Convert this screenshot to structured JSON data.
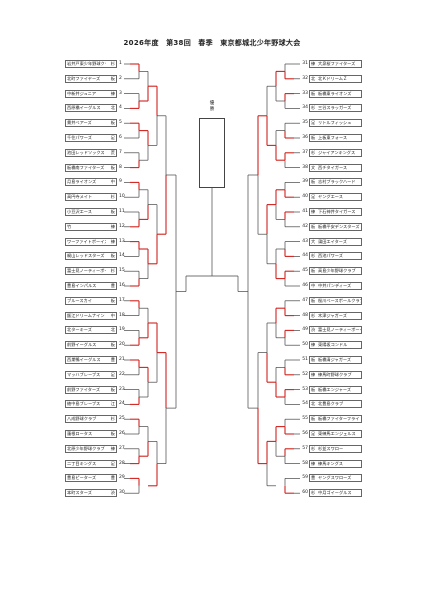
{
  "title": "2026年度　第38回　春季　東京都城北少年野球大会",
  "champion_label": "優\n勝",
  "colors": {
    "win_line": "#d0221e",
    "line": "#444444"
  },
  "left_teams": [
    {
      "no": "1",
      "name": "岩井戸東少年野球クラブ",
      "abbr": "杉"
    },
    {
      "no": "2",
      "name": "北町ファイヤーズ",
      "abbr": "板"
    },
    {
      "no": "3",
      "name": "中新井ジュニア",
      "abbr": "練"
    },
    {
      "no": "4",
      "name": "西原橋イーグルス",
      "abbr": "北"
    },
    {
      "no": "5",
      "name": "貫井ベアーズ",
      "abbr": "板"
    },
    {
      "no": "6",
      "name": "千住パワーズ",
      "abbr": "足"
    },
    {
      "no": "7",
      "name": "池田レッドソックス",
      "abbr": "荒"
    },
    {
      "no": "8",
      "name": "板橋南ファイターズ",
      "abbr": "板"
    },
    {
      "no": "9",
      "name": "月島ライオンズ",
      "abbr": "中"
    },
    {
      "no": "10",
      "name": "高円寺メイト",
      "abbr": "杉"
    },
    {
      "no": "11",
      "name": "小豆沢エース",
      "abbr": "板"
    },
    {
      "no": "12",
      "name": "竹",
      "abbr": "練"
    },
    {
      "no": "13",
      "name": "ワーファイトボーイズ",
      "abbr": "練"
    },
    {
      "no": "14",
      "name": "梶山レッドスターズ",
      "abbr": "板"
    },
    {
      "no": "15",
      "name": "富士見ノーティーボーイズ",
      "abbr": "杉"
    },
    {
      "no": "16",
      "name": "豊島インパルス",
      "abbr": "豊"
    },
    {
      "no": "17",
      "name": "ブルースカイ",
      "abbr": "板"
    },
    {
      "no": "18",
      "name": "飯江ドリームナイン",
      "abbr": "中"
    },
    {
      "no": "19",
      "name": "北ターキーズ",
      "abbr": "北"
    },
    {
      "no": "20",
      "name": "前野イーグルス",
      "abbr": "板"
    },
    {
      "no": "21",
      "name": "西巣鴨イーグルス",
      "abbr": "豊"
    },
    {
      "no": "22",
      "name": "マッハブレーブス",
      "abbr": "足"
    },
    {
      "no": "23",
      "name": "前野ファイターズ",
      "abbr": "板"
    },
    {
      "no": "24",
      "name": "綾中島ブレーブス",
      "abbr": "江"
    },
    {
      "no": "25",
      "name": "八成野球クラブ",
      "abbr": "杉"
    },
    {
      "no": "26",
      "name": "蓮根ロータス",
      "abbr": "板"
    },
    {
      "no": "27",
      "name": "北原少年野球クラブ",
      "abbr": "練"
    },
    {
      "no": "28",
      "name": "二丁目キングス",
      "abbr": "足"
    },
    {
      "no": "29",
      "name": "豊島ピーターズ",
      "abbr": "豊"
    },
    {
      "no": "30",
      "name": "本町スターズ",
      "abbr": "渋"
    }
  ],
  "right_teams": [
    {
      "no": "31",
      "name": "大泉桜ファイターズ",
      "abbr": "練"
    },
    {
      "no": "32",
      "name": "北ＫドリームＺ",
      "abbr": "北"
    },
    {
      "no": "33",
      "name": "板橋東ライオンズ",
      "abbr": "板"
    },
    {
      "no": "34",
      "name": "三谷スラッガーズ",
      "abbr": "杉"
    },
    {
      "no": "35",
      "name": "リトルフィッシュ",
      "abbr": "足"
    },
    {
      "no": "36",
      "name": "上板東フォース",
      "abbr": "板"
    },
    {
      "no": "37",
      "name": "ジャイアンキングス",
      "abbr": "杉"
    },
    {
      "no": "38",
      "name": "西チタイガース",
      "abbr": "文"
    },
    {
      "no": "39",
      "name": "志村ブラックハード",
      "abbr": "板"
    },
    {
      "no": "40",
      "name": "ヤングエース",
      "abbr": "足"
    },
    {
      "no": "41",
      "name": "下石神井タイガース",
      "abbr": "練"
    },
    {
      "no": "42",
      "name": "板橋平安デンスターズ",
      "abbr": "板"
    },
    {
      "no": "43",
      "name": "蒲田エイターズ",
      "abbr": "大"
    },
    {
      "no": "44",
      "name": "西池パワーズ",
      "abbr": "杉"
    },
    {
      "no": "45",
      "name": "高島少年野球クラブ",
      "abbr": "板"
    },
    {
      "no": "46",
      "name": "中井パンディーズ",
      "abbr": "中"
    },
    {
      "no": "47",
      "name": "桜川ベースボールクラブ",
      "abbr": "板"
    },
    {
      "no": "48",
      "name": "木津ジャガーズ",
      "abbr": "杉"
    },
    {
      "no": "49",
      "name": "富士見ノーティーボーイズ",
      "abbr": "渋"
    },
    {
      "no": "50",
      "name": "東陽坂コンドル",
      "abbr": "練"
    },
    {
      "no": "51",
      "name": "板橋清ジャガーズ",
      "abbr": "板"
    },
    {
      "no": "52",
      "name": "練馬町野球クラブ",
      "abbr": "練"
    },
    {
      "no": "53",
      "name": "板橋エンジャーズ",
      "abbr": "板"
    },
    {
      "no": "54",
      "name": "北豊島クラブ",
      "abbr": "北"
    },
    {
      "no": "55",
      "name": "板橋ファイターフライ",
      "abbr": "板"
    },
    {
      "no": "56",
      "name": "東練馬エンジェルス",
      "abbr": "足"
    },
    {
      "no": "57",
      "name": "杉並スワロー",
      "abbr": "杉"
    },
    {
      "no": "58",
      "name": "練馬キングス",
      "abbr": "練"
    },
    {
      "no": "59",
      "name": "ヤングスワローズ",
      "abbr": "豊"
    },
    {
      "no": "60",
      "name": "中月ゴイーグルス",
      "abbr": "杉"
    }
  ]
}
